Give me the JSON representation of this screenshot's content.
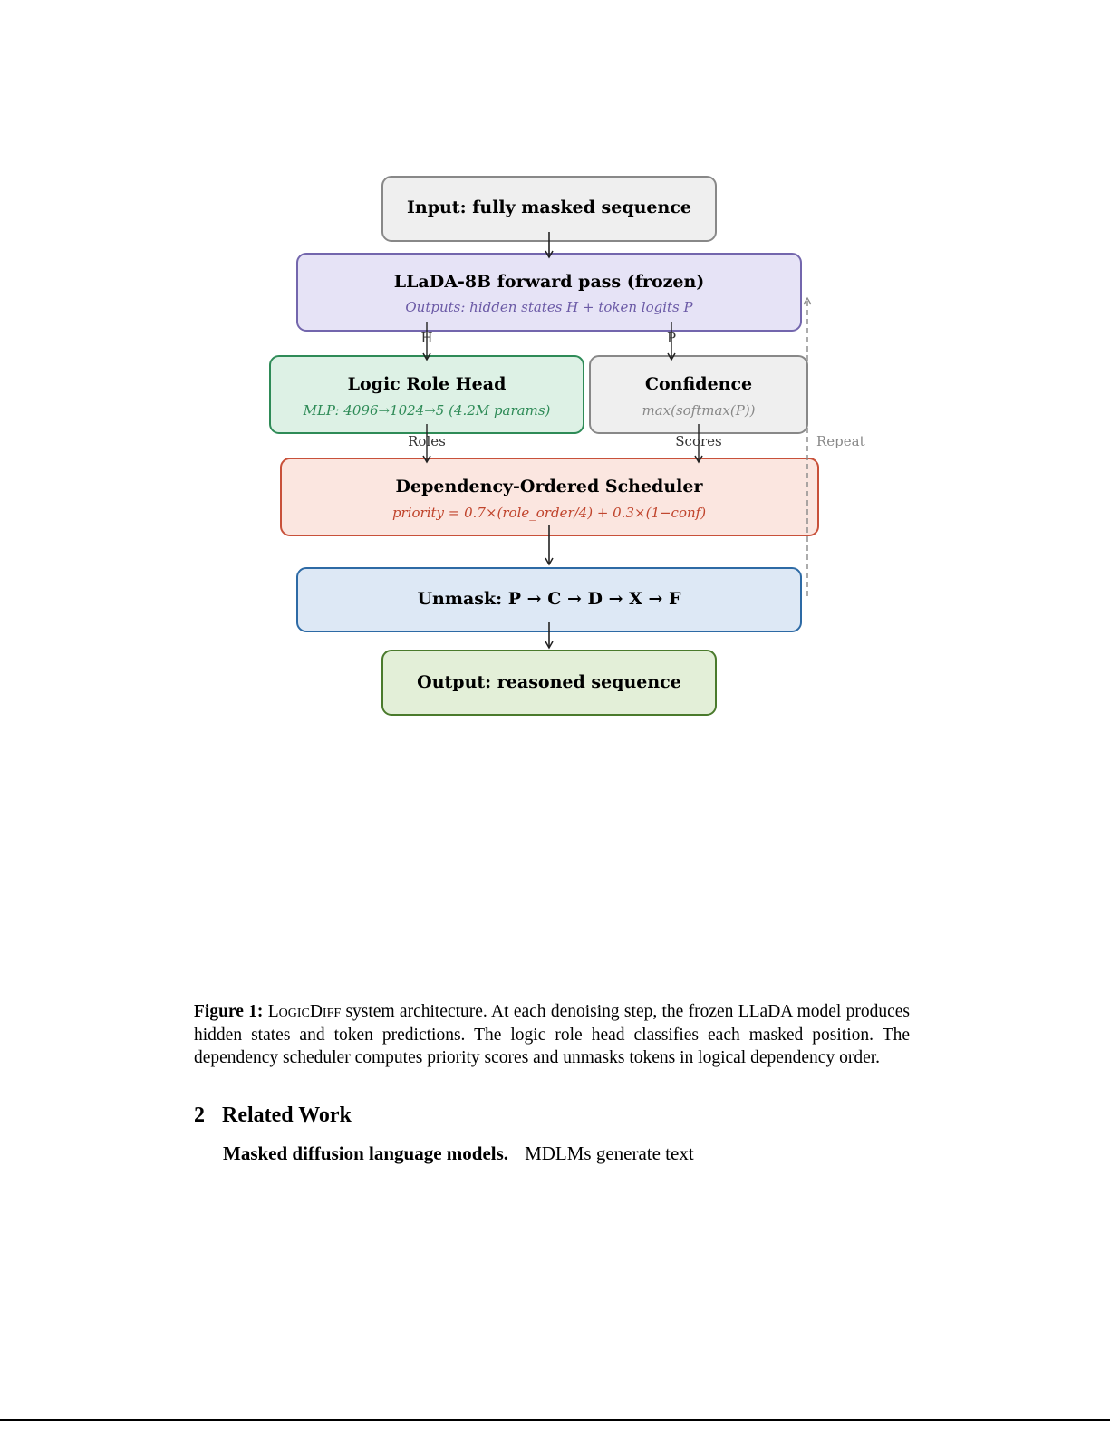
{
  "figure": {
    "nodes": {
      "input": {
        "title": "Input: fully masked sequence"
      },
      "llada": {
        "title": "LLaDA-8B forward pass (frozen)",
        "subtitle": "Outputs: hidden states H + token logits P"
      },
      "role_head": {
        "title": "Logic Role Head",
        "subtitle": "MLP: 4096→1024→5  (4.2M params)"
      },
      "confidence": {
        "title": "Confidence",
        "subtitle": "max(softmax(P))"
      },
      "scheduler": {
        "title": "Dependency-Ordered Scheduler",
        "subtitle": "priority = 0.7×(role_order/4) + 0.3×(1−conf)"
      },
      "unmask": {
        "title": "Unmask: P → C → D → X → F"
      },
      "output": {
        "title": "Output: reasoned sequence"
      }
    },
    "edge_labels": {
      "h": "H",
      "p": "P",
      "roles": "Roles",
      "scores": "Scores",
      "repeat": "Repeat"
    },
    "colors": {
      "input": {
        "fill": "#efefef",
        "stroke": "#888888"
      },
      "llada": {
        "fill": "#e6e3f6",
        "stroke": "#7366ad",
        "sub": "#6b5aa6"
      },
      "role_head": {
        "fill": "#ddf1e5",
        "stroke": "#2e8b57",
        "sub": "#2e8b57"
      },
      "confidence": {
        "fill": "#efefef",
        "stroke": "#888888",
        "sub": "#888888"
      },
      "scheduler": {
        "fill": "#fbe6e0",
        "stroke": "#c8513a",
        "sub": "#c0442c"
      },
      "unmask": {
        "fill": "#dde8f5",
        "stroke": "#2d6aa5"
      },
      "output": {
        "fill": "#e3efd8",
        "stroke": "#4a7a2c"
      }
    }
  },
  "caption": {
    "label": "Figure 1:",
    "name": "LogicDiff",
    "text": " system architecture.  At each denoising step, the frozen LLaDA model produces hidden states and token predictions. The logic role head classifies each masked position. The dependency scheduler computes priority scores and unmasks tokens in logical dependency order."
  },
  "section": {
    "number": "2",
    "title": "Related Work"
  },
  "paragraph": {
    "heading": "Masked diffusion language models.",
    "text": "MDLMs generate text"
  }
}
